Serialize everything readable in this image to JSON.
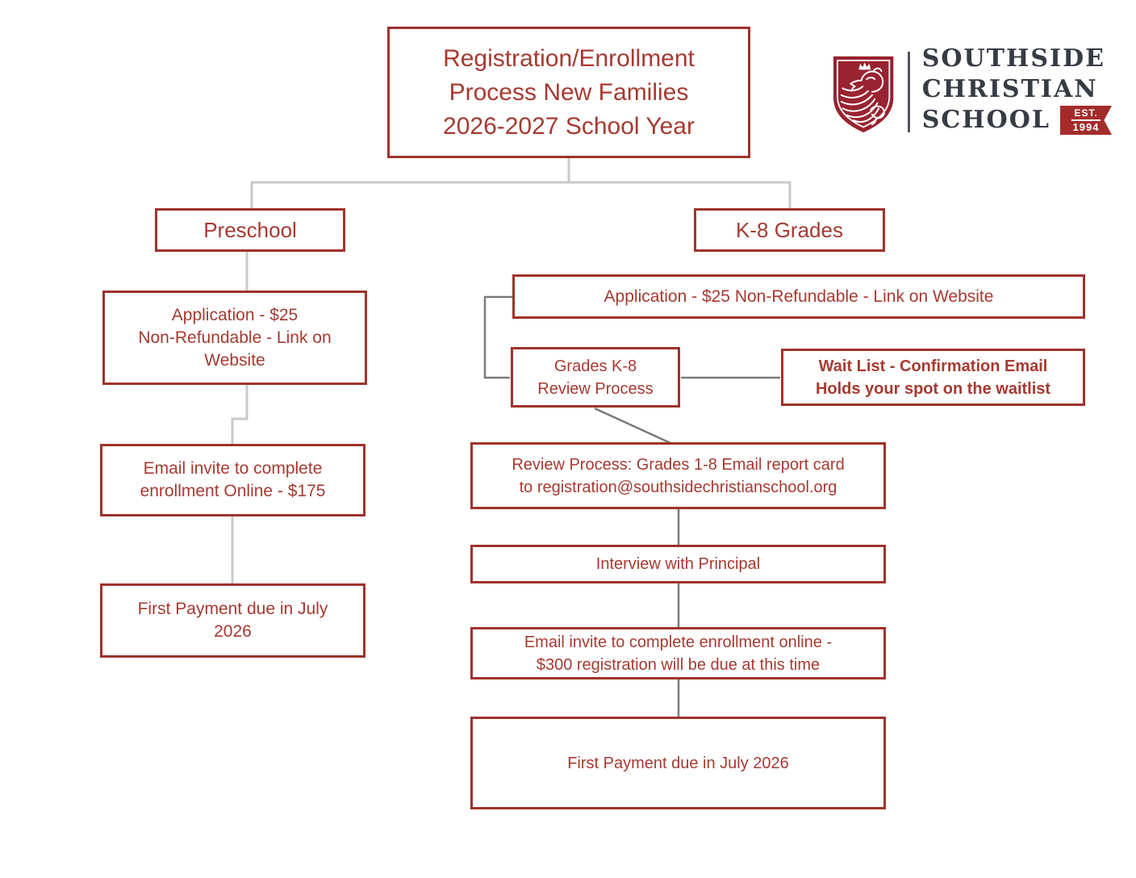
{
  "colors": {
    "box_border": "#9e332c",
    "box_text": "#a63a31",
    "connector_light": "#c9c9c9",
    "connector_dark": "#7a7a7a",
    "logo_text": "#363b44",
    "shield_red": "#992330",
    "badge_red": "#a32c2b",
    "divider_gray": "#50545a"
  },
  "logo": {
    "shield_icon": "lion-crest-shield",
    "line1": "SOUTHSIDE",
    "line2": "CHRISTIAN",
    "line3": "SCHOOL",
    "est": "EST.",
    "year": "1994"
  },
  "nodes": {
    "title": "Registration/Enrollment\nProcess New Families\n2026-2027 School Year",
    "preschool": "Preschool",
    "k8": "K-8 Grades",
    "ps_application": "Application - $25\nNon-Refundable - Link on\nWebsite",
    "ps_email": "Email invite to complete\nenrollment Online - $175",
    "ps_payment": "First Payment due in July\n2026",
    "k8_application": "Application - $25 Non-Refundable - Link on Website",
    "k8_review": "Grades K-8\nReview Process",
    "k8_waitlist": "Wait List - Confirmation Email\nHolds your spot on the waitlist",
    "k8_review_detail": "Review Process: Grades 1-8 Email report card\nto registration@southsidechristianschool.org",
    "k8_interview": "Interview with Principal",
    "k8_email": "Email invite to complete enrollment online -\n$300 registration will be due at this time",
    "k8_payment": "First Payment due in July 2026"
  }
}
